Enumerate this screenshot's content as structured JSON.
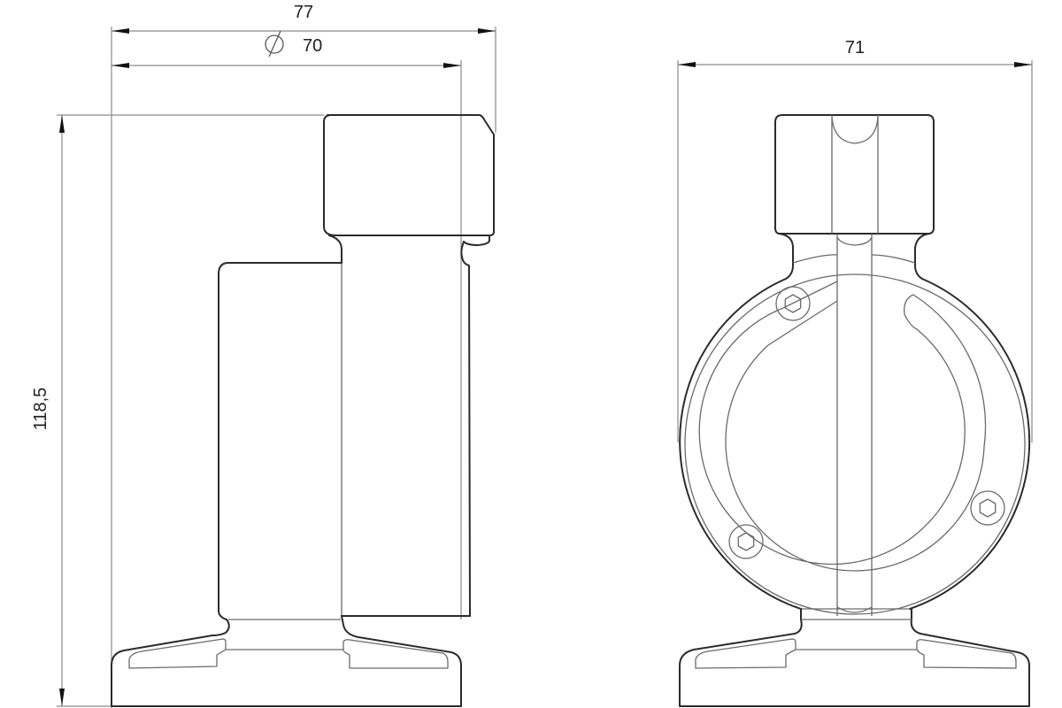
{
  "drawing": {
    "type": "technical-drawing",
    "views": [
      {
        "name": "side-view",
        "dimensions": {
          "overall_width": "77",
          "diameter": "70",
          "diameter_symbol": "∅",
          "height": "118,5"
        }
      },
      {
        "name": "front-view",
        "dimensions": {
          "overall_width": "71"
        },
        "hex_screws": 3
      }
    ]
  },
  "labels": {
    "width_77": "77",
    "diameter_symbol": "∅",
    "diameter_70": "70",
    "height_118_5": "118,5",
    "width_71": "71"
  },
  "colors": {
    "outline": "#2b2b2b",
    "hidden": "#6a6a6a",
    "dimension": "#8a8a8a",
    "background": "#ffffff"
  }
}
